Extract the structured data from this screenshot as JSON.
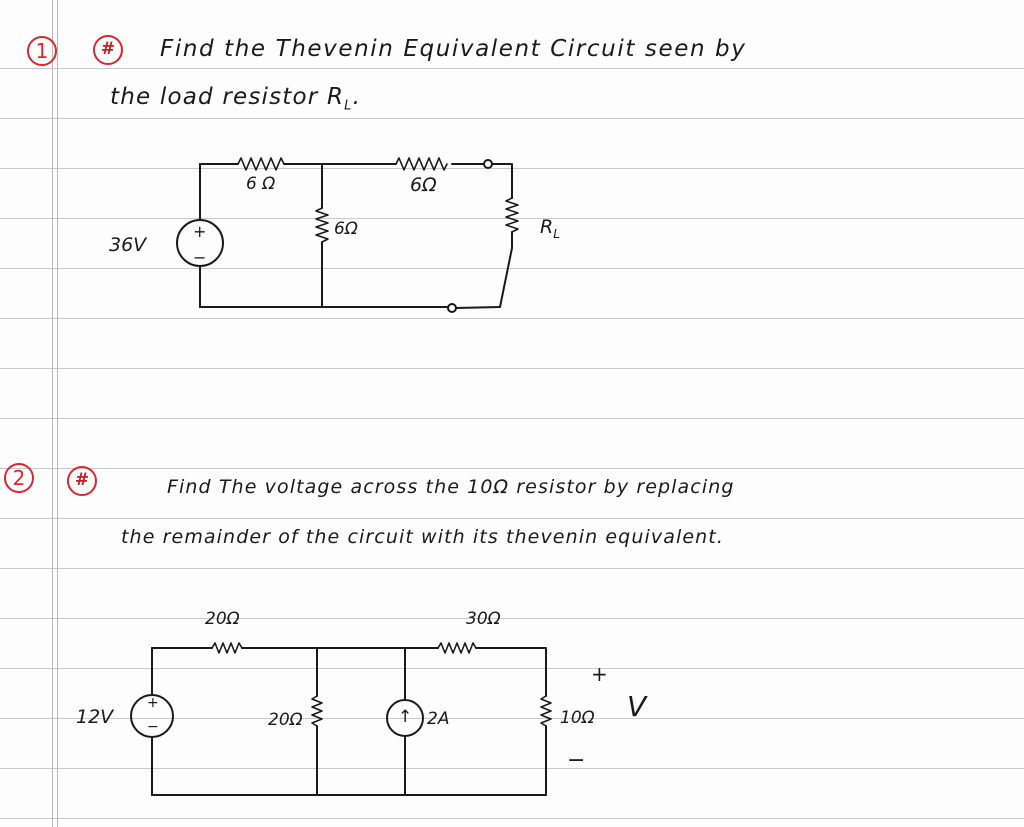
{
  "problem1": {
    "number": "1",
    "scribble": "#",
    "line1": "Find the Thevenin Equivalent Circuit seen by",
    "line2": "the load resistor R",
    "line2_sub": "L",
    "line2_end": ".",
    "circuit": {
      "source_voltage": "36V",
      "source_plus": "+",
      "source_minus": "−",
      "r_top_left": "6 Ω",
      "r_top_right": "6Ω",
      "r_shunt": "6Ω",
      "load_label": "R",
      "load_sub": "L"
    }
  },
  "problem2": {
    "number": "2",
    "scribble": "#",
    "line1": "Find The voltage across the 10Ω resistor by replacing",
    "line2": "the remainder of the circuit with its thevenin equivalent.",
    "circuit": {
      "source_voltage": "12V",
      "source_plus": "+",
      "source_minus": "−",
      "r_series_1": "20Ω",
      "r_shunt": "20Ω",
      "current_source": "2A",
      "current_arrow": "↑",
      "r_series_2": "30Ω",
      "r_load": "10Ω",
      "out_plus": "+",
      "out_v": "V",
      "out_minus": "−"
    }
  },
  "colors": {
    "ink": "#1a1a1a",
    "red_pen": "#d8282f",
    "rule_line": "#c9c9c9",
    "margin_line": "#b8b8b8"
  }
}
